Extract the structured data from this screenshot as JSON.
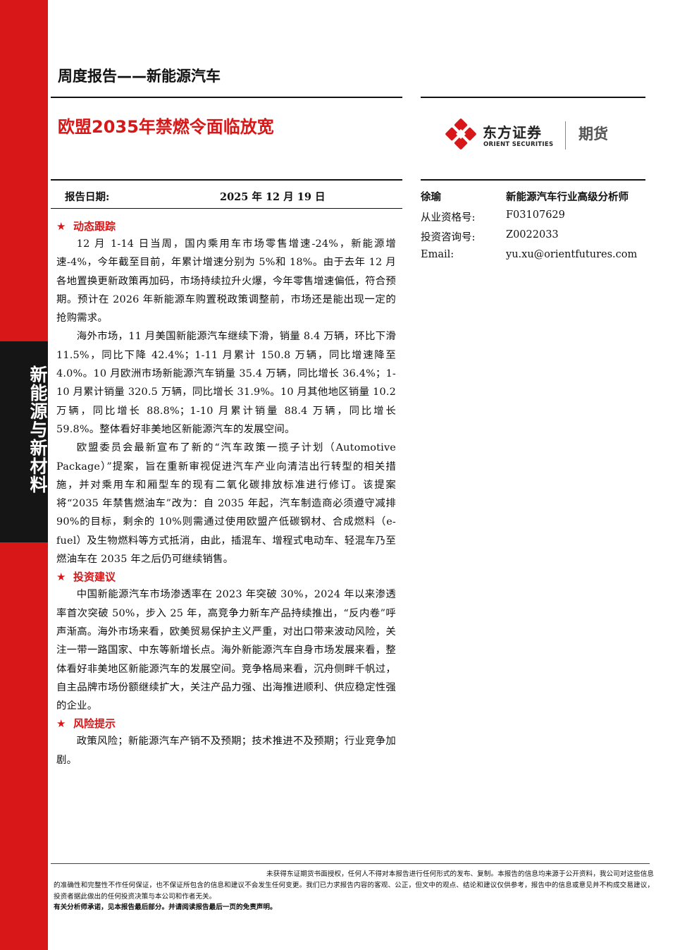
{
  "sidebar": {
    "label": "新能源与新材料",
    "color": "#d71718"
  },
  "header": {
    "report_type": "周度报告——新能源汽车",
    "title": "欧盟2035年禁燃令面临放宽"
  },
  "logo": {
    "name_cn": "东方证券",
    "name_en": "ORIENT SECURITIES",
    "sub": "期货",
    "brand_color": "#d71718",
    "icon": "orient-securities-logo-icon"
  },
  "report_info": {
    "date_label": "报告日期:",
    "date_value": "2025 年 12 月 19 日"
  },
  "analyst": {
    "name": "徐瑜",
    "title": "新能源汽车行业高级分析师",
    "rows": [
      {
        "label": "从业资格号:",
        "value": "F03107629"
      },
      {
        "label": "投资咨询号:",
        "value": "Z0022033"
      },
      {
        "label": "Email:",
        "value": "yu.xu@orientfutures.com"
      }
    ]
  },
  "sections": [
    {
      "heading": "动态跟踪",
      "paragraphs": [
        "12 月 1-14 日当周，国内乘用车市场零售增速-24%，新能源增速-4%，今年截至目前，年累计增速分别为 5%和 18%。由于去年 12 月各地置换更新政策再加码，市场持续拉升火爆，今年零售增速偏低，符合预期。预计在 2026 年新能源车购置税政策调整前，市场还是能出现一定的抢购需求。",
        "海外市场，11 月美国新能源汽车继续下滑，销量 8.4 万辆，环比下滑 11.5%，同比下降 42.4%；1-11 月累计 150.8 万辆，同比增速降至 4.0%。10 月欧洲市场新能源汽车销量 35.4 万辆，同比增长 36.4%；1-10 月累计销量 320.5 万辆，同比增长 31.9%。10 月其他地区销量 10.2 万辆，同比增长 88.8%；1-10 月累计销量 88.4 万辆，同比增长 59.8%。整体看好非美地区新能源汽车的发展空间。",
        "欧盟委员会最新宣布了新的“汽车政策一揽子计划（Automotive Package）”提案，旨在重新审视促进汽车产业向清洁出行转型的相关措施，并对乘用车和厢型车的现有二氧化碳排放标准进行修订。该提案将“2035 年禁售燃油车”改为：自 2035 年起，汽车制造商必须遵守减排 90%的目标，剩余的 10%则需通过使用欧盟产低碳钢材、合成燃料（e-fuel）及生物燃料等方式抵消，由此，插混车、增程式电动车、轻混车乃至燃油车在 2035 年之后仍可继续销售。"
      ]
    },
    {
      "heading": "投资建议",
      "paragraphs": [
        "中国新能源汽车市场渗透率在 2023 年突破 30%，2024 年以来渗透率首次突破 50%，步入 25 年，高竞争力新车产品持续推出，“反内卷”呼声渐高。海外市场来看，欧美贸易保护主义严重，对出口带来波动风险，关注一带一路国家、中东等新增长点。海外新能源汽车自身市场发展来看，整体看好非美地区新能源汽车的发展空间。竞争格局来看，沉舟侧畔千帆过，自主品牌市场份额继续扩大，关注产品力强、出海推进顺利、供应稳定性强的企业。"
      ]
    },
    {
      "heading": "风险提示",
      "paragraphs": [
        "政策风险；新能源汽车产销不及预期；技术推进不及预期；行业竞争加剧。"
      ]
    }
  ],
  "footer": {
    "disclaimer": "未获得东证期货书面授权，任何人不得对本报告进行任何形式的发布、复制。本报告的信息均来源于公开资料，我公司对这些信息的准确性和完整性不作任何保证，也不保证所包含的信息和建议不会发生任何变更。我们已力求报告内容的客观、公正，但文中的观点、结论和建议仅供参考，报告中的信息或意见并不构成交易建议，投资者据此做出的任何投资决策与本公司和作者无关。",
    "bold_note": "有关分析师承诺，见本报告最后部分。并请阅读报告最后一页的免责声明。"
  }
}
